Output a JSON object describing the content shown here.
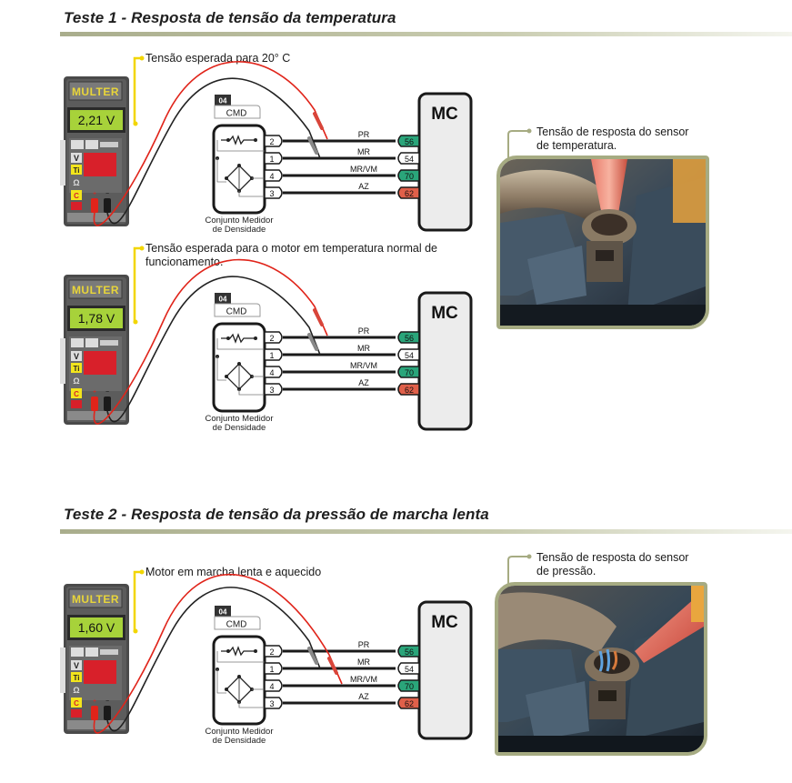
{
  "tests": [
    {
      "title": "Teste 1 - Resposta de tensão da temperatura",
      "photo_caption_line1": "Tensão de resposta do sensor",
      "photo_caption_line2": "de temperatura.",
      "photo_alt": "Ponta de prova vermelha conectada ao conector do sensor de temperatura",
      "measurements": [
        {
          "callout_line1": "Tensão esperada para 20° C",
          "callout_line2": "",
          "meter_brand": "MULTER",
          "meter_reading": "2,21 V",
          "probe_pin": "2"
        },
        {
          "callout_line1": "Tensão esperada para o motor em temperatura normal de",
          "callout_line2": "funcionamento.",
          "meter_brand": "MULTER",
          "meter_reading": "1,78 V",
          "probe_pin": "2"
        }
      ]
    },
    {
      "title": "Teste 2 - Resposta de tensão da pressão de marcha lenta",
      "photo_caption_line1": "Tensão de resposta do sensor",
      "photo_caption_line2": "de pressão.",
      "photo_alt": "Ponta de prova vermelha conectada ao conector do sensor de pressão",
      "measurements": [
        {
          "callout_line1": "Motor em marcha lenta e aquecido",
          "callout_line2": "",
          "meter_brand": "MULTER",
          "meter_reading": "1,60 V",
          "probe_pin": "4"
        }
      ]
    }
  ],
  "circuit": {
    "connector_number": "04",
    "component_code": "CMD",
    "component_name_line1": "Conjunto Medidor",
    "component_name_line2": "de Densidade",
    "module_label": "MC",
    "wires": [
      {
        "pin": "2",
        "color_label": "PR",
        "module_pin": "56",
        "module_pin_color": "#2aa57a"
      },
      {
        "pin": "1",
        "color_label": "MR",
        "module_pin": "54",
        "module_pin_color": "#ffffff"
      },
      {
        "pin": "4",
        "color_label": "MR/VM",
        "module_pin": "70",
        "module_pin_color": "#2aa57a"
      },
      {
        "pin": "3",
        "color_label": "AZ",
        "module_pin": "62",
        "module_pin_color": "#e0604a"
      }
    ]
  },
  "meter_panel": {
    "mode_v": "V",
    "mode_ti": "Ti",
    "mode_ohm": "Ω",
    "mode_c": "C",
    "jack_pos": "+",
    "jack_neg": "−"
  },
  "colors": {
    "callout_line": "#f2d600",
    "title_rule": "#b5b996",
    "probe_red": "#e0241a",
    "probe_black": "#222222",
    "lcd": "#a7d23a"
  }
}
